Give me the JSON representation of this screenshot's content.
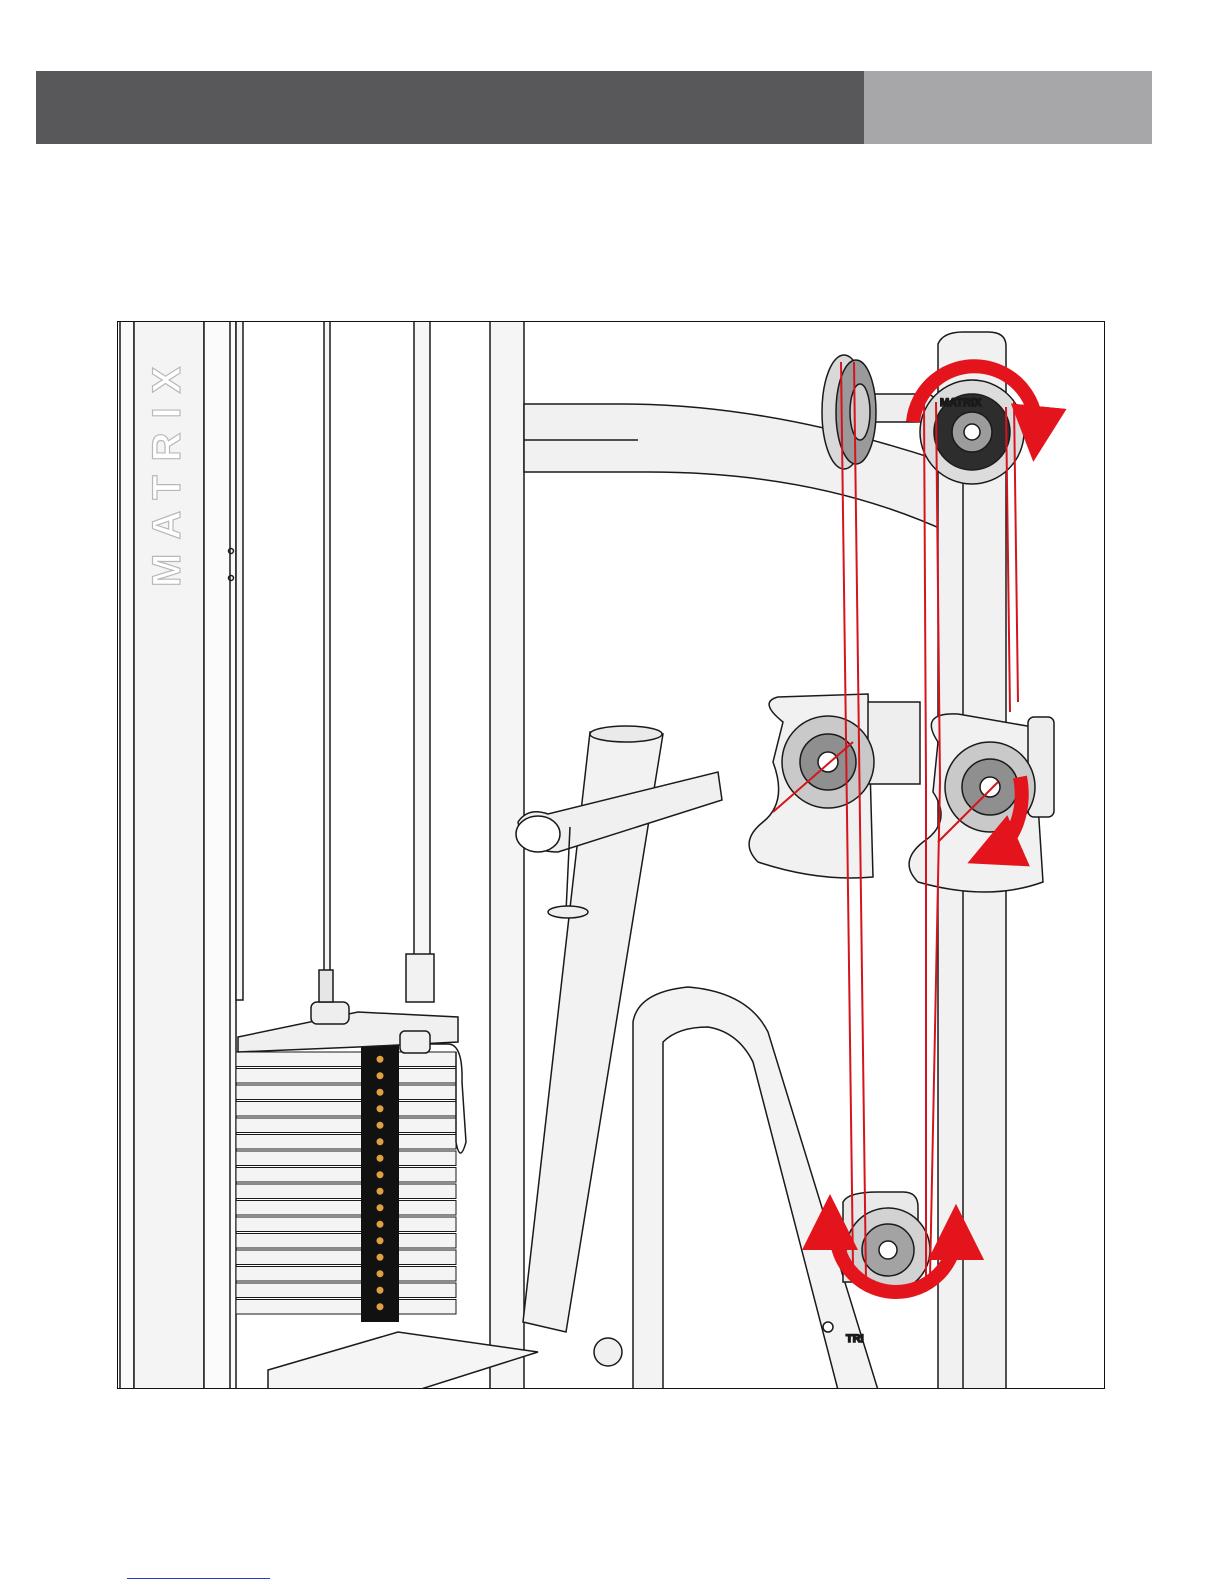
{
  "header": {
    "dark_color": "#58585a",
    "light_color": "#a7a7a9"
  },
  "figure": {
    "watermark_text": "MATRIX",
    "plate_text": "MATRIX",
    "base_text": "TRI",
    "colors": {
      "cable": "#d4161c",
      "arrow": "#e3141b",
      "frame_line": "#1a1a1a",
      "frame_fill": "#f2f2f2",
      "pin_slot": "#111111"
    },
    "icons": [
      "rotation-arrow-icon",
      "pulley-icon",
      "weight-stack-icon",
      "selector-pin-icon"
    ]
  }
}
